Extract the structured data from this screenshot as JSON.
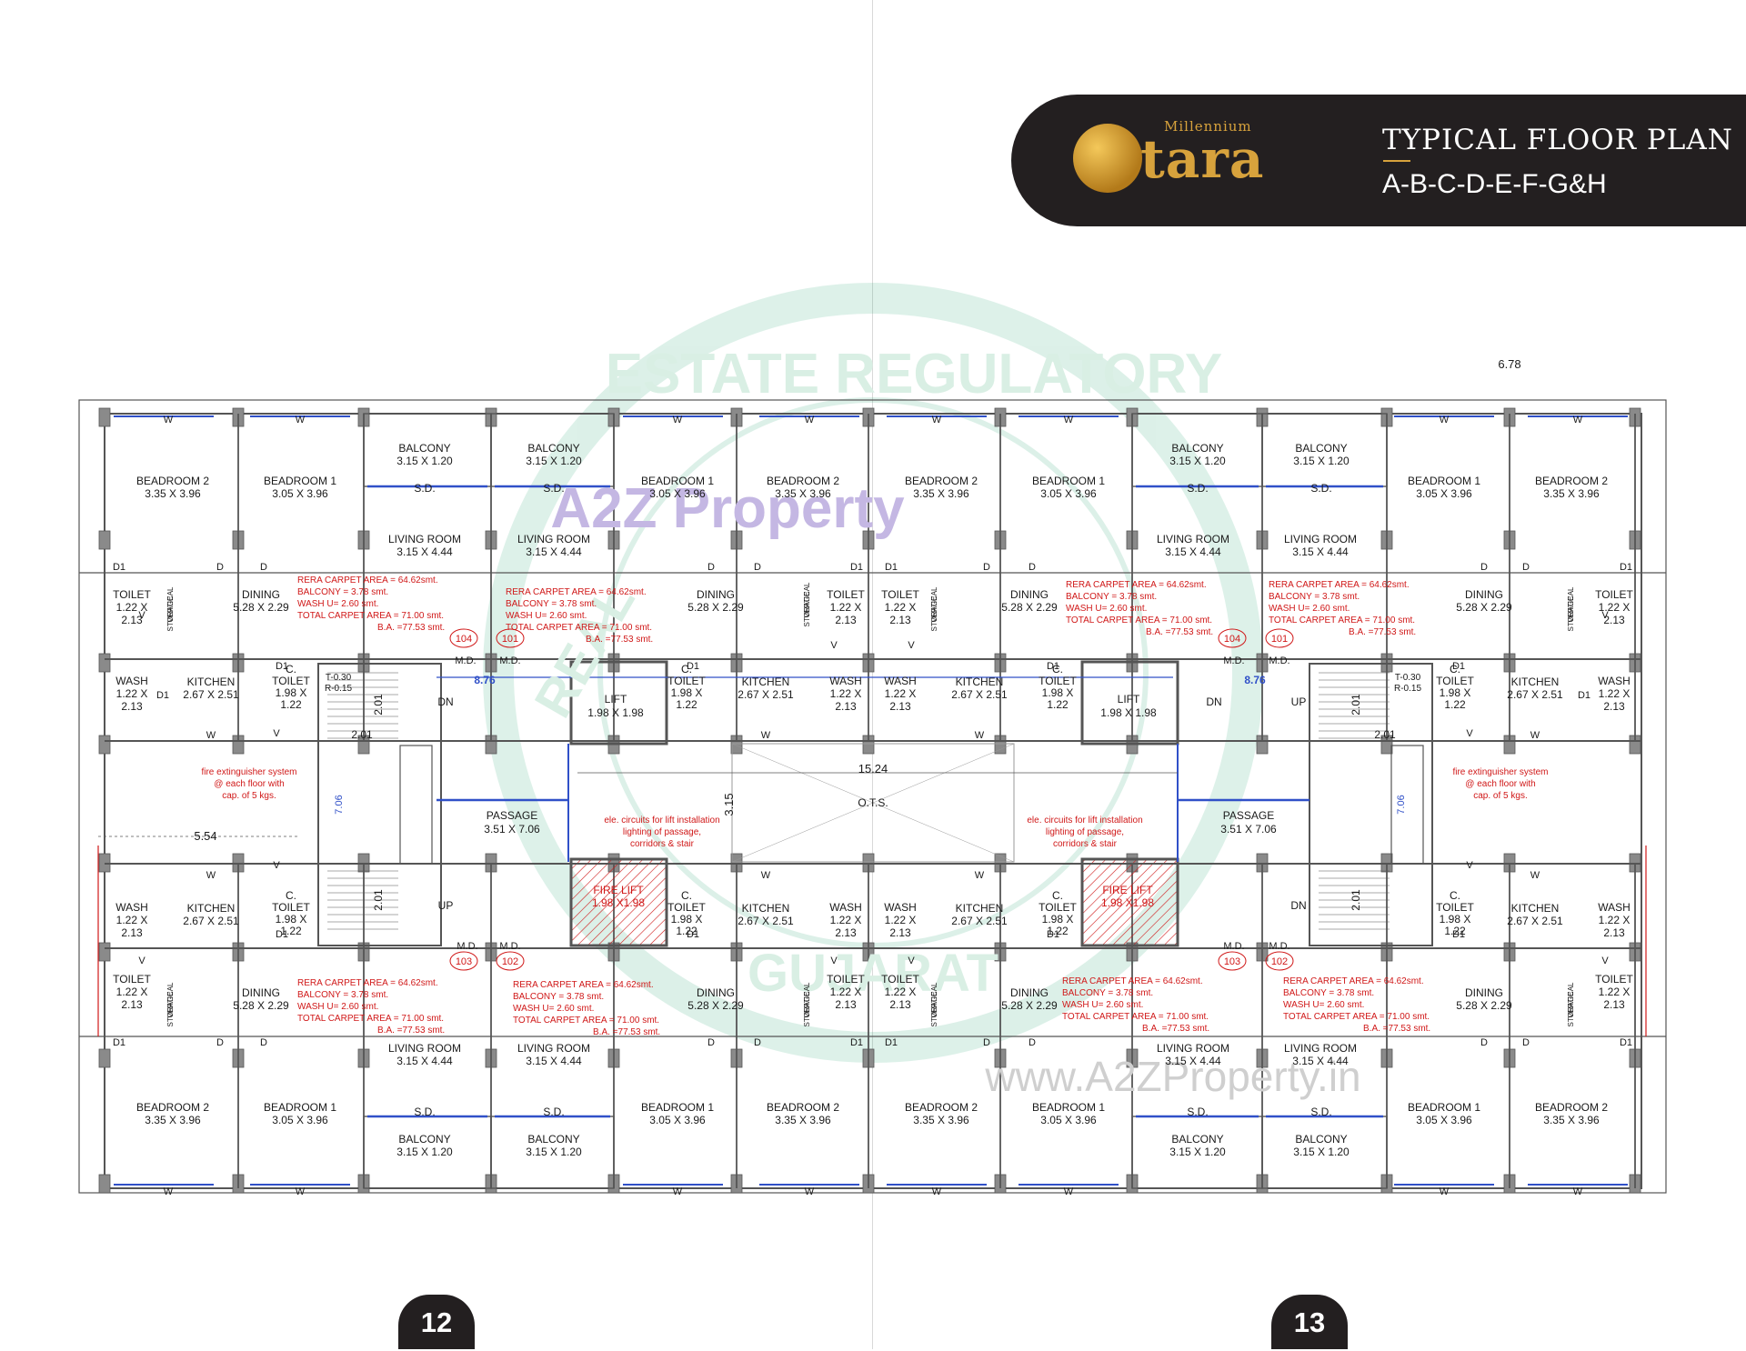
{
  "header": {
    "logo_sub": "Millennium",
    "logo_word": "tara",
    "title": "TYPICAL FLOOR PLAN",
    "subtitle": "A-B-C-D-E-F-G&H"
  },
  "pages": {
    "left": "12",
    "right": "13"
  },
  "watermarks": {
    "brand": "A2Z Property",
    "url": "www.A2ZProperty.in",
    "seal_top": "ESTATE REGULATORY",
    "seal_left": "REAL",
    "seal_bottom": "GUJARAT"
  },
  "colors": {
    "banner": "#231f20",
    "gold": "#d7a23c",
    "wall": "#555555",
    "window": "#3050c8",
    "note": "#d01818"
  },
  "plan": {
    "width_678": "6.78",
    "width_876": "8.76",
    "width_1524": "15.24",
    "width_554": "5.54",
    "h_315": "3.15",
    "h_706": "7.06",
    "stair_201": "2.01",
    "stair_tr_t": "T-0.30",
    "stair_tr_r": "R-0.15",
    "ots": "O.T.S.",
    "passage_title": "PASSAGE",
    "passage_dims": "3.51 X 7.06",
    "lift_title": "LIFT",
    "lift_dims": "1.98 X 1.98",
    "fire_lift_title": "FIRE LIFT",
    "fire_lift_dims": "1.98 X1.98",
    "fire_note": [
      "fire extinguisher system",
      "@ each floor with",
      "cap. of 5 kgs."
    ],
    "lift_note": [
      "ele. circuits for lift installation",
      "lighting of passage,",
      "corridors & stair"
    ],
    "up": "UP",
    "dn": "DN",
    "w": "W",
    "d": "D",
    "d1": "D1",
    "v": "V",
    "md": "M.D.",
    "sd": "S.D.",
    "rooms": {
      "bed1": [
        "BEADROOM 1",
        "3.05 X 3.96"
      ],
      "bed2": [
        "BEADROOM 2",
        "3.35 X 3.96"
      ],
      "living": [
        "LIVING ROOM",
        "3.15 X 4.44"
      ],
      "balcony": [
        "BALCONY",
        "3.15 X 1.20"
      ],
      "dining": [
        "DINING",
        "5.28 X 2.29"
      ],
      "toilet": [
        "TOILET",
        "1.22 X",
        "2.13"
      ],
      "wash": [
        "WASH",
        "1.22 X",
        "2.13"
      ],
      "kitchen": [
        "KITCHEN",
        "2.67 X 2.51"
      ],
      "ctoilet": [
        "C.",
        "TOILET",
        "1.98 X",
        "1.22"
      ],
      "vstorage": [
        "VERTICAL",
        "STORAGE"
      ]
    },
    "rera": [
      "RERA CARPET AREA   = 64.62smt.",
      "BALCONY                 =  3.78  smt.",
      "WASH                      U=  2.60 smt.",
      "TOTAL CARPET AREA =  71.00 smt.",
      "B.A. =77.53 smt."
    ],
    "units": [
      "101",
      "102",
      "103",
      "104"
    ]
  }
}
